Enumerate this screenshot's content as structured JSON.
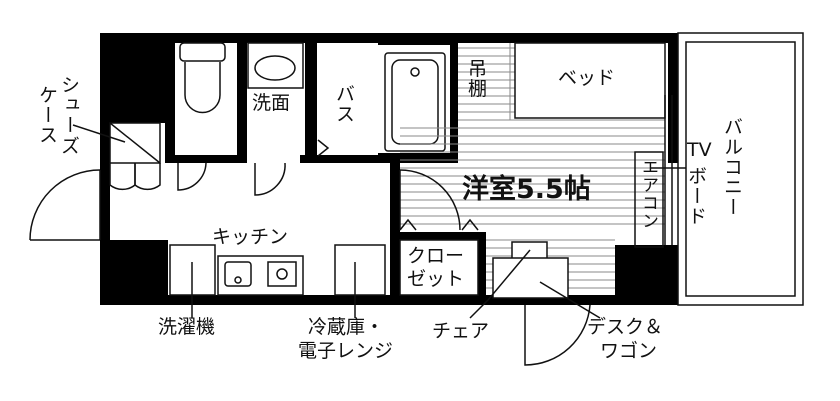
{
  "labels": {
    "shoe_case_line1": "シュー",
    "shoe_case_line2": "ケース",
    "shoe_case_line3": "ズ",
    "washbasin": "洗面",
    "bath": "バス",
    "hanging_shelf_1": "吊",
    "hanging_shelf_2": "棚",
    "bed": "ベッド",
    "balcony": "バルコニー",
    "tv_board_1": "TV",
    "tv_board_2": "ボード",
    "air_conditioner": "エアコン",
    "western_room": "洋室5.5帖",
    "kitchen": "キッチン",
    "closet_1": "クロー",
    "closet_2": "ゼット",
    "washing_machine": "洗濯機",
    "fridge_1": "冷蔵庫・",
    "fridge_2": "電子レンジ",
    "chair": "チェア",
    "desk_1": "デスク＆",
    "desk_2": "ワゴン"
  },
  "colors": {
    "wall": "#000000",
    "line": "#111111",
    "background": "#ffffff"
  }
}
